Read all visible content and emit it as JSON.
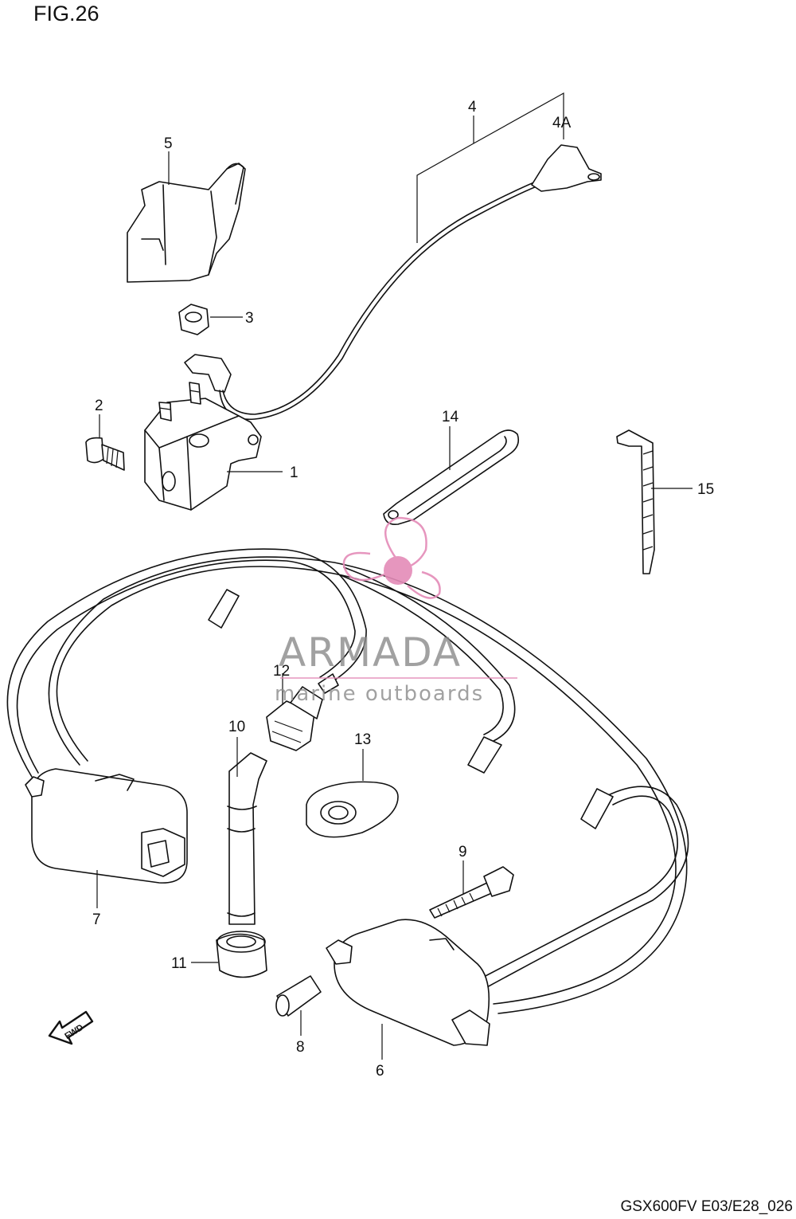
{
  "figure": {
    "title": "FIG.26"
  },
  "footer": {
    "code": "GSX600FV E03/E28_026"
  },
  "watermark": {
    "name": "ARMADA",
    "tagline": "marine outboards",
    "color": "#e48bb8"
  },
  "callouts": {
    "c1": "1",
    "c2": "2",
    "c3": "3",
    "c4": "4",
    "c4a": "4A",
    "c5": "5",
    "c6": "6",
    "c7": "7",
    "c8": "8",
    "c9": "9",
    "c10": "10",
    "c11": "11",
    "c12": "12",
    "c13": "13",
    "c14": "14",
    "c15": "15"
  },
  "direction_arrow": {
    "label": "FWD"
  }
}
